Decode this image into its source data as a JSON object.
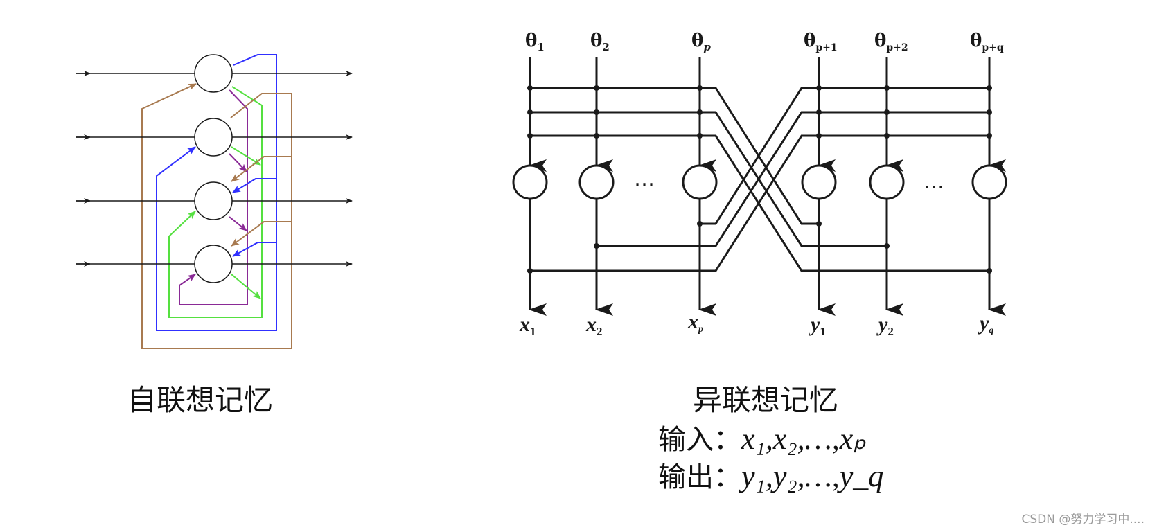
{
  "auto_diagram": {
    "caption": "自联想记忆"
  },
  "hetero_diagram": {
    "caption": "异联想记忆",
    "theta_labels": [
      {
        "base": "θ",
        "sub": "1"
      },
      {
        "base": "θ",
        "sub": "2"
      },
      {
        "base": "θ",
        "sub": "p"
      },
      {
        "base": "θ",
        "sub": "p+1"
      },
      {
        "base": "θ",
        "sub": "p+2"
      },
      {
        "base": "θ",
        "sub": "p+q"
      }
    ],
    "output_labels": [
      {
        "base": "x",
        "sub": "1"
      },
      {
        "base": "x",
        "sub": "2"
      },
      {
        "base": "x",
        "sub": "p"
      },
      {
        "base": "y",
        "sub": "1"
      },
      {
        "base": "y",
        "sub": "2"
      },
      {
        "base": "y",
        "sub": "q"
      }
    ],
    "ellipsis": "…",
    "input_line": {
      "prefix": "输入：",
      "sequence": "x₁,x₂,…,xₚ"
    },
    "output_line": {
      "prefix": "输出：",
      "sequence": "y₁,y₂,…,y_q"
    }
  },
  "colors": {
    "line": "#1a1a1a",
    "blue": "#3030ff",
    "green": "#55e040",
    "purple": "#8a2a96",
    "brown": "#a87a50"
  },
  "watermark": "CSDN @努力学习中...."
}
